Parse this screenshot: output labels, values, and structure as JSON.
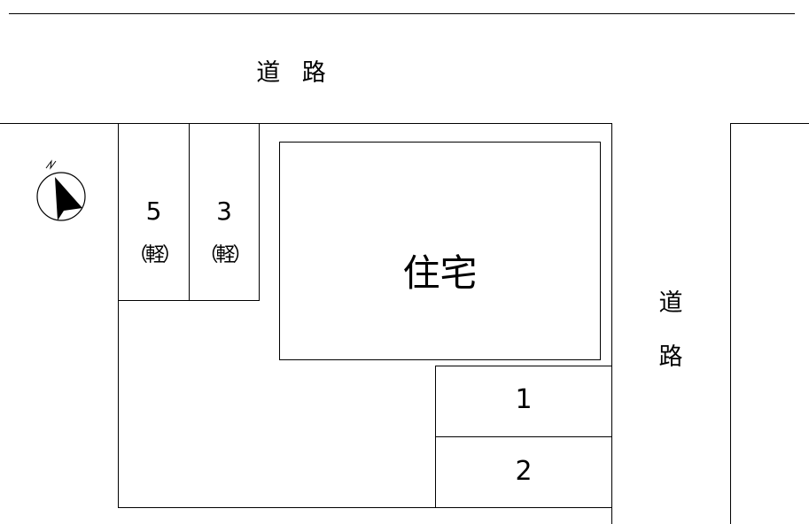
{
  "road_top": "道 路",
  "road_right": [
    "道",
    "路"
  ],
  "house": "住宅",
  "compass": "N",
  "parking": [
    {
      "number": "5",
      "note": "（軽）"
    },
    {
      "number": "3",
      "note": "（軽）"
    },
    {
      "number": "1"
    },
    {
      "number": "2"
    }
  ]
}
